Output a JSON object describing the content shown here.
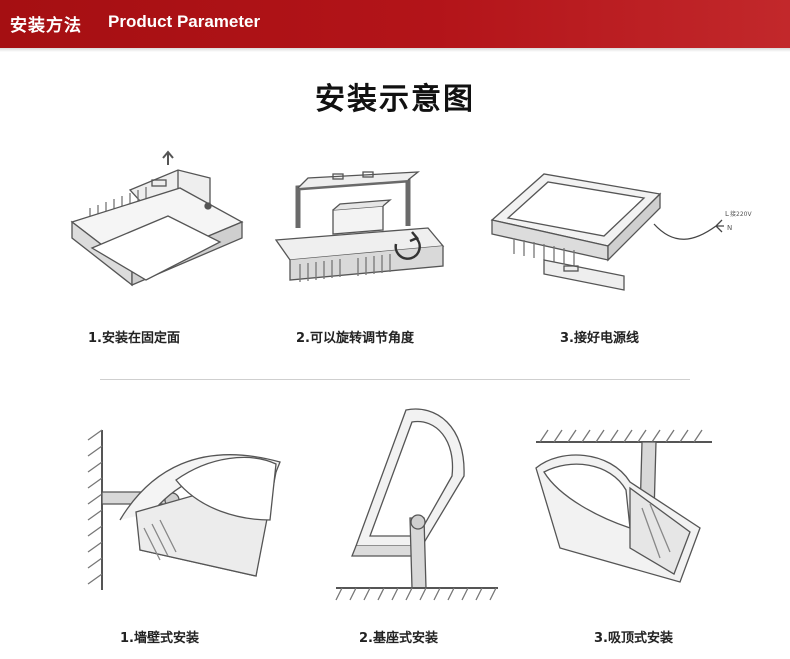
{
  "header": {
    "title_cn": "安装方法",
    "title_en": "Product Parameter"
  },
  "page_title": "安装示意图",
  "steps": [
    {
      "label": "1.安装在固定面"
    },
    {
      "label": "2.可以旋转调节角度"
    },
    {
      "label": "3.接好电源线"
    }
  ],
  "wiring_labels": {
    "power_label": "接220V",
    "live": "L",
    "neutral": "N"
  },
  "mount_methods": [
    {
      "label": "1.墙壁式安装"
    },
    {
      "label": "2.基座式安装"
    },
    {
      "label": "3.吸顶式安装"
    }
  ],
  "colors": {
    "header_red": "#b31419",
    "line_gray": "#555555"
  }
}
